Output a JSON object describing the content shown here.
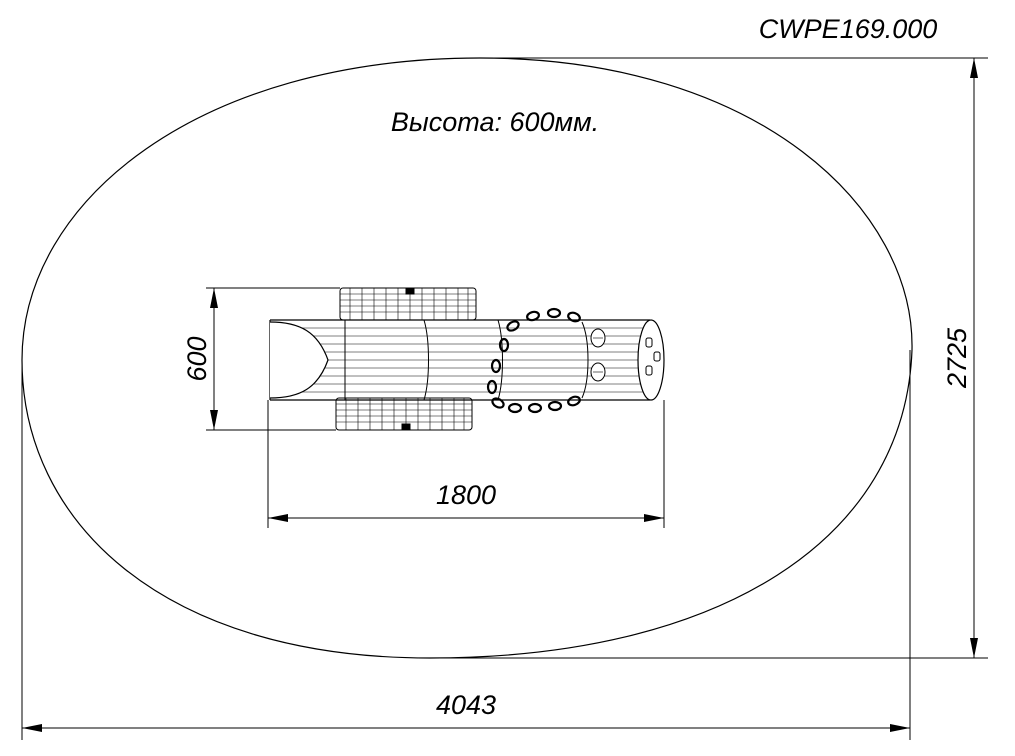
{
  "drawing": {
    "code": "CWPE169.000",
    "height_note": "Высота: 600мм.",
    "dimensions": {
      "overall_width": "4043",
      "overall_depth": "2725",
      "item_length": "1800",
      "item_width": "600"
    }
  },
  "colors": {
    "line": "#000000",
    "background": "#ffffff"
  }
}
